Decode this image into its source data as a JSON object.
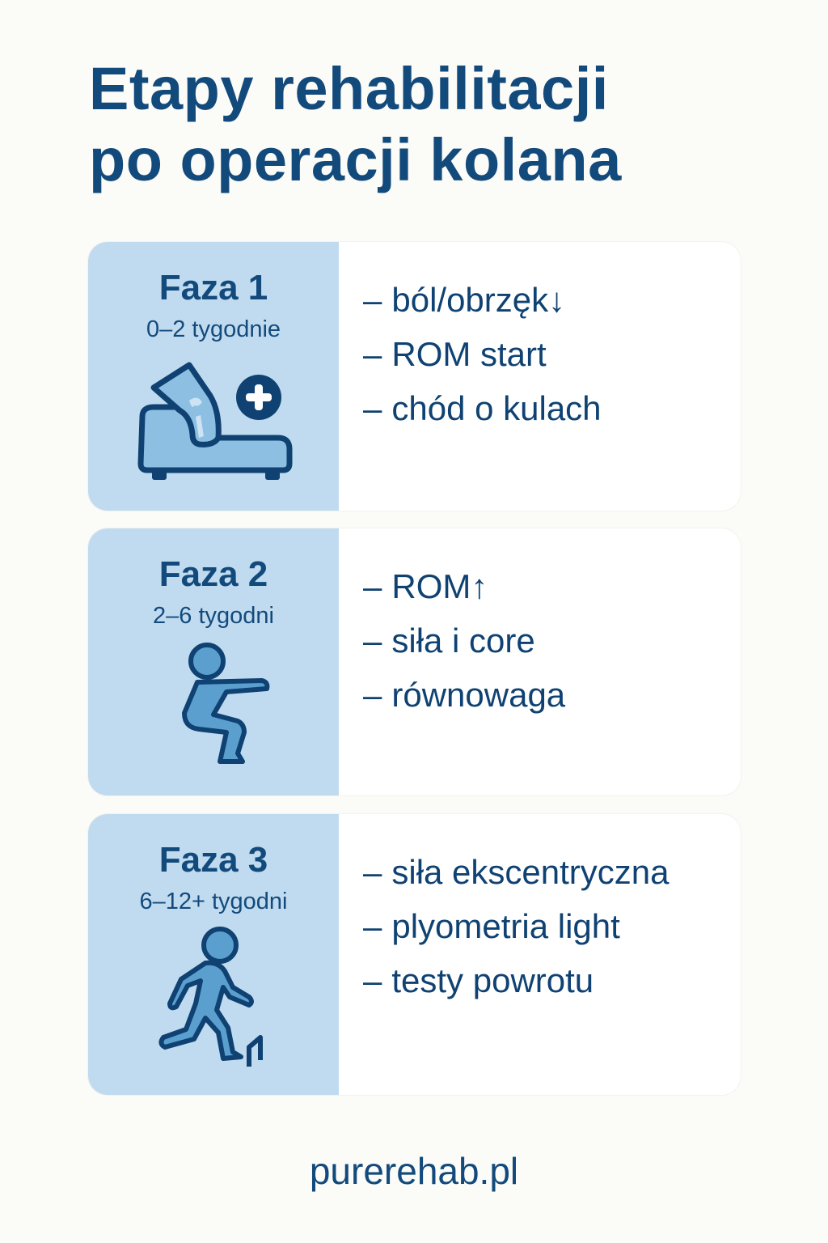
{
  "title": {
    "line1": "Etapy rehabilitacji",
    "line2": "po operacji kolana"
  },
  "phases": [
    {
      "name": "Faza 1",
      "range": "0–2 tygodnie",
      "icon": "knee-on-bed-with-medical-plus-icon",
      "items": [
        {
          "dash": "–",
          "text": "ból/obrzęk↓"
        },
        {
          "dash": "–",
          "text": "ROM start"
        },
        {
          "dash": "–",
          "text": "chód o kulach"
        }
      ]
    },
    {
      "name": "Faza 2",
      "range": "2–6 tygodni",
      "icon": "squat-figure-icon",
      "items": [
        {
          "dash": "–",
          "text": "ROM↑"
        },
        {
          "dash": "–",
          "text": "siła i core"
        },
        {
          "dash": "–",
          "text": "równowaga"
        }
      ]
    },
    {
      "name": "Faza 3",
      "range": "6–12+ tygodni",
      "icon": "running-figure-with-step-icon",
      "items": [
        {
          "dash": "–",
          "text": "siła ekscentryczna"
        },
        {
          "dash": "–",
          "text": "plyometria light"
        },
        {
          "dash": "–",
          "text": "testy powrotu"
        }
      ]
    }
  ],
  "footer": {
    "website": "purerehab.pl"
  },
  "colors": {
    "background": "#fbfbf8",
    "card": "#ffffff",
    "card_left_panel": "#c0dbef",
    "text_primary": "#134a7c",
    "icon_fill": "#5b9fcf",
    "icon_stroke": "#0f4272"
  }
}
